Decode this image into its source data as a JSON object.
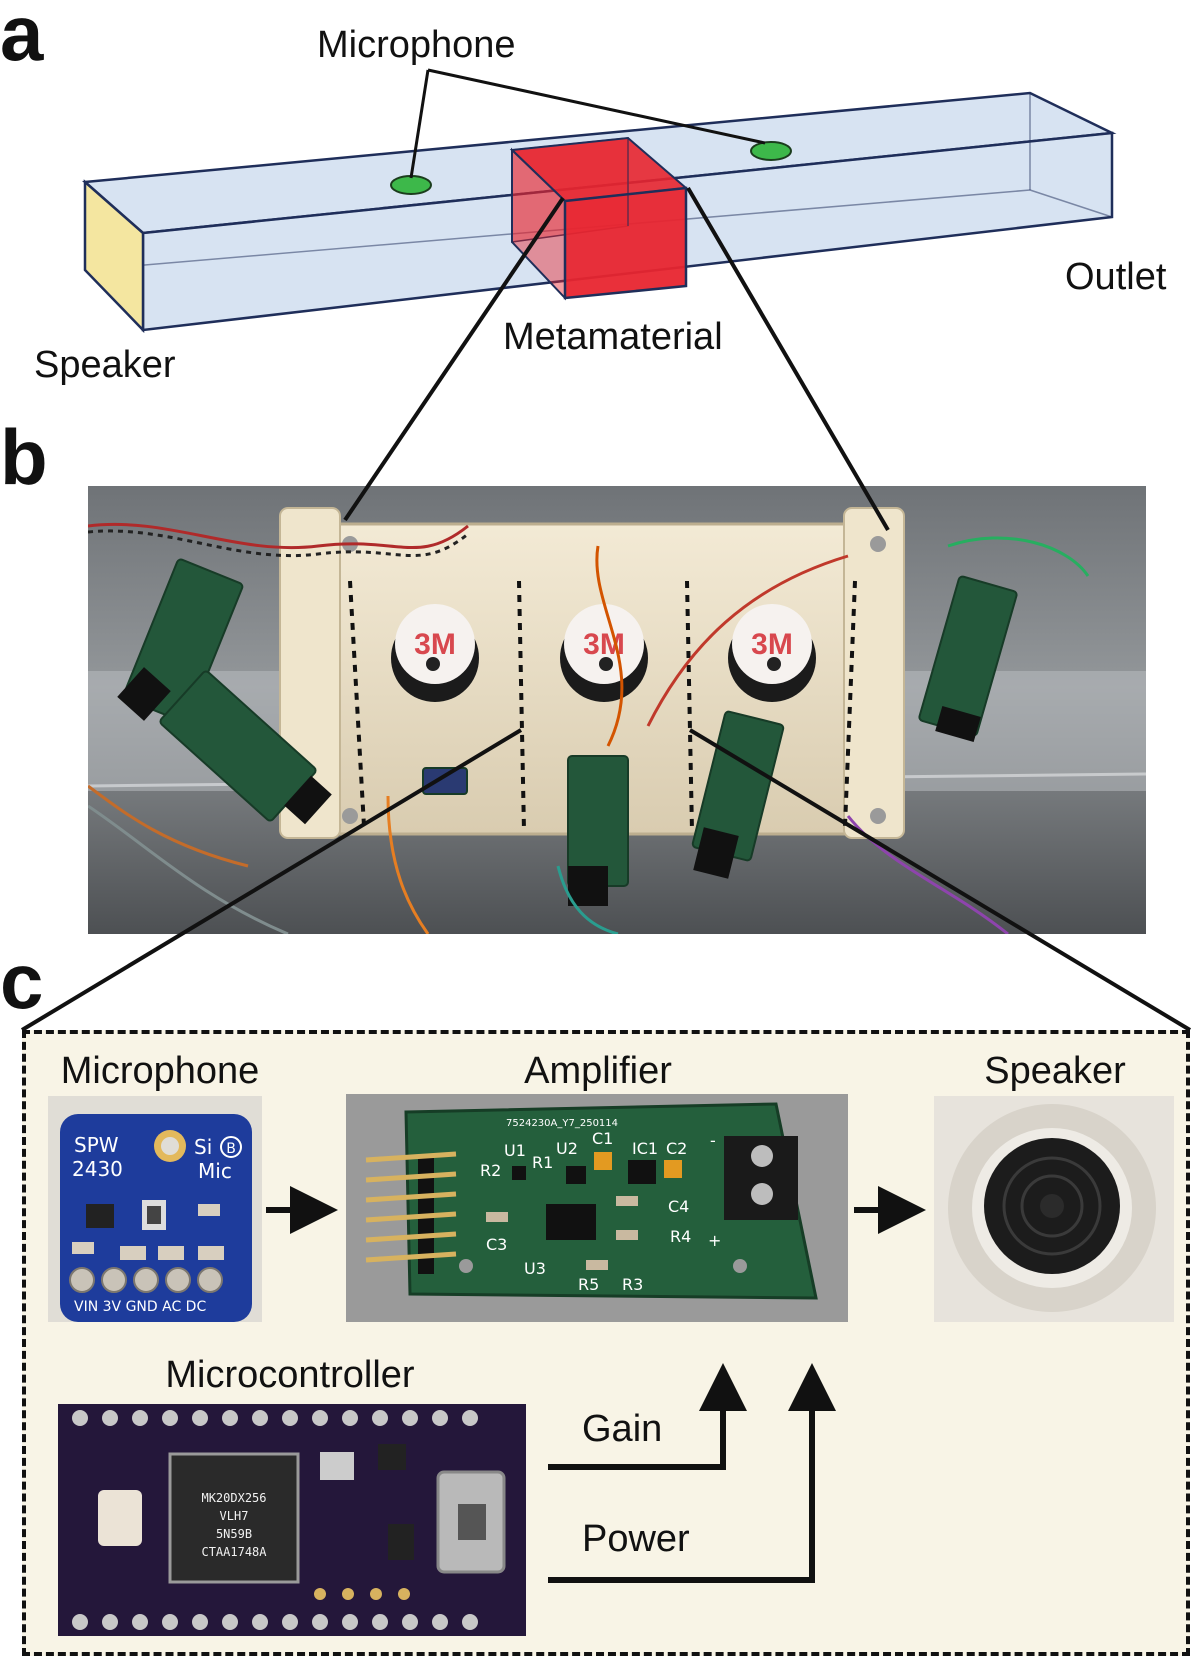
{
  "panel_a": {
    "letter": "a",
    "labels": {
      "microphone": "Microphone",
      "speaker": "Speaker",
      "metamaterial": "Metamaterial",
      "outlet": "Outlet"
    },
    "colors": {
      "duct": "#c9d9ee",
      "duct_edge": "#1f2e5a",
      "speaker_face": "#f4e6a0",
      "metamaterial": "#e8252f",
      "mic": "#3db84a"
    }
  },
  "panel_b": {
    "letter": "b",
    "photo_text": "3M"
  },
  "panel_c": {
    "letter": "c",
    "microphone": {
      "title": "Microphone",
      "board_text_1": "SPW",
      "board_text_2": "2430",
      "board_text_3": "Si",
      "board_text_4": "Mic",
      "board_text_5": "B",
      "pins": "VIN 3V GND AC DC"
    },
    "amplifier": {
      "title": "Amplifier",
      "board_id": "7524230A_Y7_250114",
      "parts": [
        "U1",
        "U2",
        "C1",
        "IC1",
        "C2",
        "R2",
        "R1",
        "C4",
        "R4",
        "C3",
        "U3",
        "R5",
        "R3",
        "-",
        "+"
      ]
    },
    "speaker": {
      "title": "Speaker"
    },
    "microcontroller": {
      "title": "Microcontroller",
      "chip_text": [
        "MK20DX256",
        "VLH7",
        "5N59B",
        "CTAA1748A"
      ]
    },
    "signals": {
      "gain": "Gain",
      "power": "Power"
    },
    "colors": {
      "background": "#f8f4e6",
      "border": "#111111"
    }
  }
}
